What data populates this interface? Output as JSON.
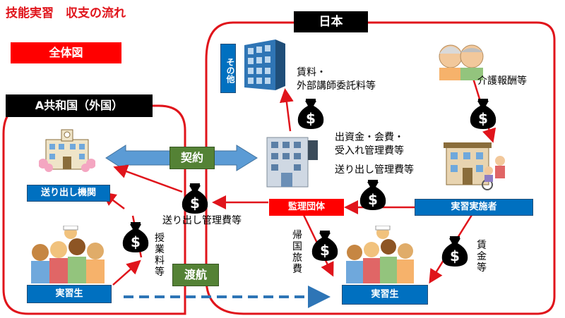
{
  "title": "技能実習　収支の流れ",
  "overview_label": "全体図",
  "country_a": {
    "label": "A共和国（外国）"
  },
  "japan": {
    "label": "日本"
  },
  "nodes": {
    "sending_org": "送り出し機関",
    "trainees_abroad": "実習生",
    "supervising_org": "監理団体",
    "implementing_org": "実習実施者",
    "trainees_japan": "実習生",
    "other": "その他"
  },
  "badges": {
    "contract": "契約",
    "departure": "渡航"
  },
  "flows": {
    "fees_line1": "賃料・",
    "fees_line2": "外部講師委託料等",
    "care_fee": "介護報酬等",
    "capital_line1": "出資金・会費・",
    "capital_line2": "受入れ管理費等",
    "sending_mgmt_fee_right": "送り出し管理費等",
    "sending_mgmt_fee_left": "送り出し管理費等",
    "tuition_vertical": "授業料等",
    "return_travel_vertical": "帰国旅費",
    "wages_vertical": "賃金等"
  },
  "colors": {
    "accent_red": "#ff0000",
    "accent_blue": "#0070c0",
    "accent_green": "#548235",
    "bag": "#000000"
  }
}
